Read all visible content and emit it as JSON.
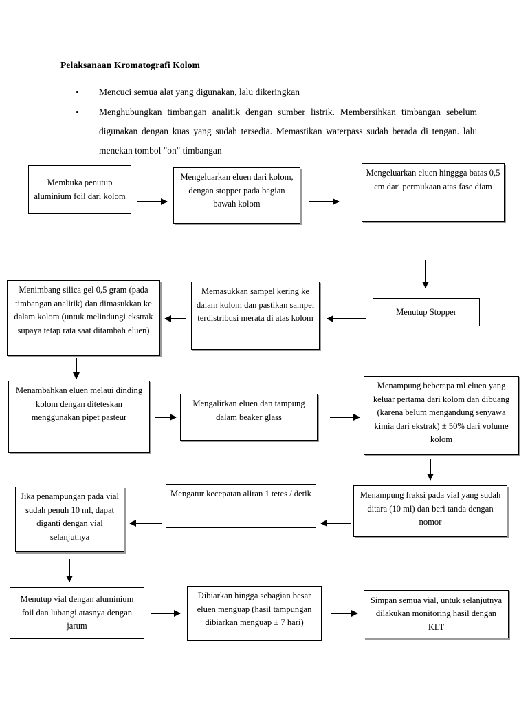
{
  "document": {
    "title": "Pelaksanaan Kromatografi Kolom",
    "bullets": [
      "Mencuci semua alat yang digunakan, lalu dikeringkan",
      "Menghubungkan timbangan analitik dengan sumber listrik. Membersihkan timbangan sebelum digunakan dengan kuas yang sudah tersedia. Memastikan waterpass sudah berada di tengan. lalu menekan tombol \"on\" timbangan"
    ],
    "bullet_marker": "•"
  },
  "flowchart": {
    "type": "process-flow",
    "direction": "serpentine",
    "boxes": [
      {
        "id": "b01",
        "text": "Membuka penutup aluminium foil dari kolom"
      },
      {
        "id": "b02",
        "text": "Mengeluarkan eluen dari kolom, dengan stopper pada bagian bawah kolom"
      },
      {
        "id": "b03",
        "text": "Mengeluarkan eluen hinggga batas 0,5 cm dari permukaan atas fase diam"
      },
      {
        "id": "b04",
        "text": "Menutup Stopper"
      },
      {
        "id": "b05",
        "text": "Memasukkan sampel kering ke dalam kolom dan pastikan sampel terdistribusi merata di atas kolom"
      },
      {
        "id": "b06",
        "text": "Menimbang silica gel 0,5 gram (pada timbangan analitik) dan dimasukkan ke dalam kolom (untuk melindungi ekstrak supaya tetap rata saat ditambah eluen)"
      },
      {
        "id": "b07",
        "text": "Menambahkan eluen melaui dinding kolom dengan diteteskan menggunakan pipet pasteur"
      },
      {
        "id": "b08",
        "text": "Mengalirkan eluen dan tampung dalam beaker glass"
      },
      {
        "id": "b09",
        "text": "Menampung beberapa ml eluen yang keluar pertama dari kolom dan dibuang (karena belum mengandung senyawa kimia dari ekstrak) ± 50% dari volume kolom"
      },
      {
        "id": "b10",
        "text": "Menampung fraksi pada vial yang sudah ditara (10 ml) dan beri tanda dengan nomor"
      },
      {
        "id": "b11",
        "text": "Mengatur kecepatan aliran 1 tetes / detik"
      },
      {
        "id": "b12",
        "text": "Jika penampungan pada vial sudah penuh 10 ml, dapat diganti dengan vial selanjutnya"
      },
      {
        "id": "b13",
        "text": "Menutup vial dengan aluminium foil dan lubangi atasnya dengan jarum"
      },
      {
        "id": "b14",
        "text": "Dibiarkan hingga sebagian besar eluen menguap  (hasil tampungan dibiarkan menguap ± 7 hari)"
      },
      {
        "id": "b15",
        "text": "Simpan semua vial, untuk selanjutnya dilakukan monitoring hasil dengan KLT"
      }
    ],
    "connectors": [
      {
        "from": "b01",
        "to": "b02",
        "direction": "right"
      },
      {
        "from": "b02",
        "to": "b03",
        "direction": "right"
      },
      {
        "from": "b03",
        "to": "b04",
        "direction": "down"
      },
      {
        "from": "b04",
        "to": "b05",
        "direction": "left"
      },
      {
        "from": "b05",
        "to": "b06",
        "direction": "left"
      },
      {
        "from": "b06",
        "to": "b07",
        "direction": "down"
      },
      {
        "from": "b07",
        "to": "b08",
        "direction": "right"
      },
      {
        "from": "b08",
        "to": "b09",
        "direction": "right"
      },
      {
        "from": "b09",
        "to": "b10",
        "direction": "down"
      },
      {
        "from": "b10",
        "to": "b11",
        "direction": "left"
      },
      {
        "from": "b11",
        "to": "b12",
        "direction": "left"
      },
      {
        "from": "b12",
        "to": "b13",
        "direction": "down"
      },
      {
        "from": "b13",
        "to": "b14",
        "direction": "right"
      },
      {
        "from": "b14",
        "to": "b15",
        "direction": "right"
      }
    ]
  }
}
